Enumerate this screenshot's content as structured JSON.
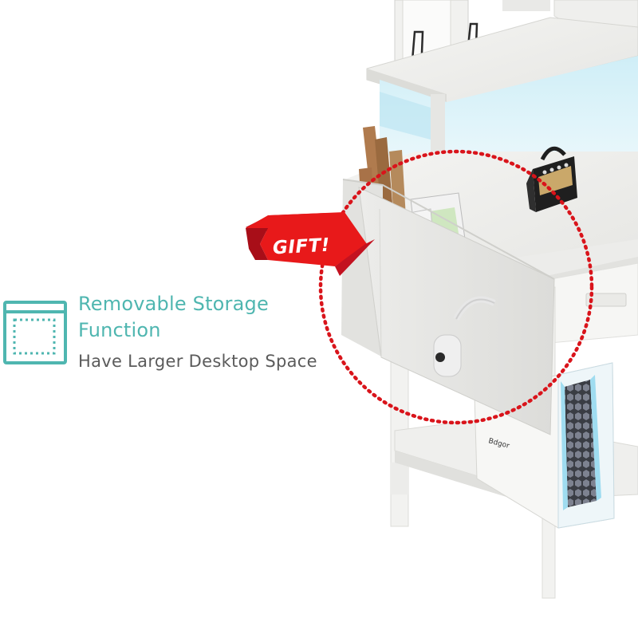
{
  "feature": {
    "title_line1": "Removable Storage",
    "title_line2": "Function",
    "subtitle": "Have Larger Desktop Space",
    "icon": "storage-tray-icon",
    "accent_color": "#4fb6b0"
  },
  "badge": {
    "label": "GIFT!",
    "color": "#e8191a"
  },
  "highlight": {
    "style": "dotted-circle",
    "color": "#d9141b"
  },
  "product": {
    "type": "white desk with hutch, storage bag and lower shelf",
    "led_color": "#bfe8f3"
  }
}
